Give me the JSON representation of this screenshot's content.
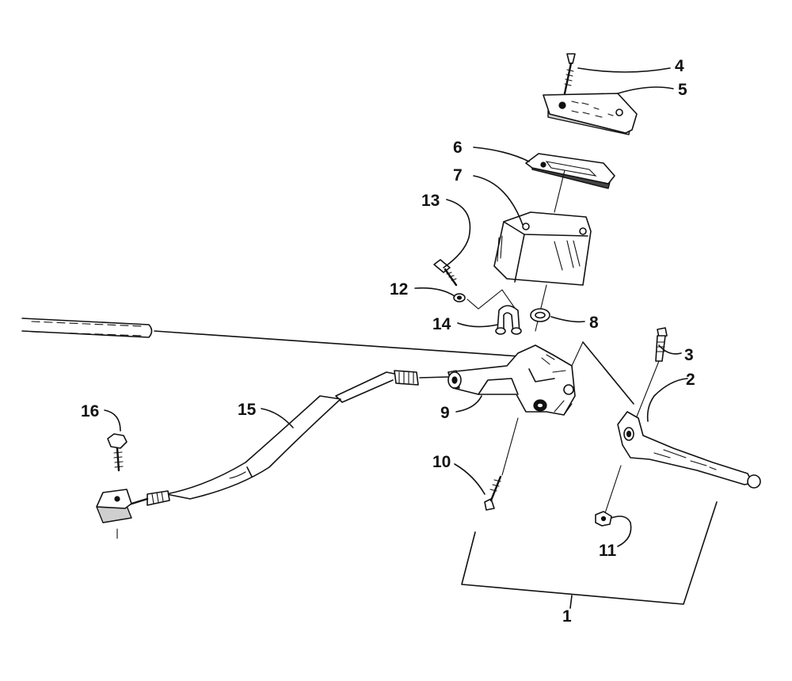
{
  "diagram": {
    "parts": [
      {
        "id": "part-1",
        "callout": "1"
      },
      {
        "id": "part-2",
        "callout": "2"
      },
      {
        "id": "part-3",
        "callout": "3"
      },
      {
        "id": "part-4",
        "callout": "4"
      },
      {
        "id": "part-5",
        "callout": "5"
      },
      {
        "id": "part-6",
        "callout": "6"
      },
      {
        "id": "part-7",
        "callout": "7"
      },
      {
        "id": "part-8",
        "callout": "8"
      },
      {
        "id": "part-9",
        "callout": "9"
      },
      {
        "id": "part-10",
        "callout": "10"
      },
      {
        "id": "part-11",
        "callout": "11"
      },
      {
        "id": "part-12",
        "callout": "12"
      },
      {
        "id": "part-13",
        "callout": "13"
      },
      {
        "id": "part-14",
        "callout": "14"
      },
      {
        "id": "part-15",
        "callout": "15"
      },
      {
        "id": "part-16",
        "callout": "16"
      }
    ]
  }
}
